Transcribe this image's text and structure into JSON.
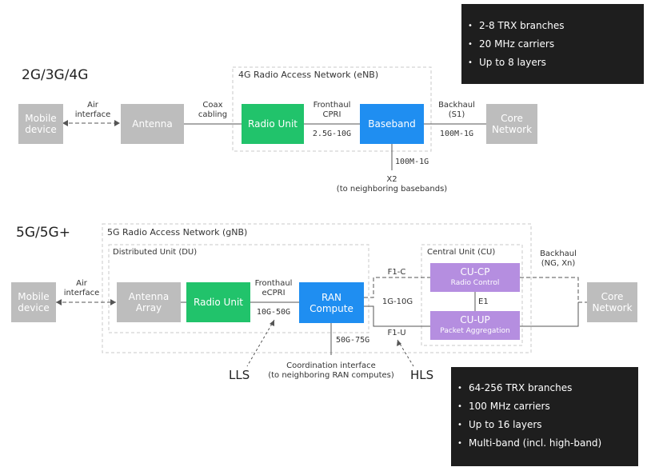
{
  "section_4g": {
    "heading": "2G/3G/4G",
    "ran_box_title": "4G Radio Access Network (eNB)",
    "nodes": {
      "mobile": "Mobile\ndevice",
      "antenna": "Antenna",
      "radio_unit": "Radio Unit",
      "baseband": "Baseband",
      "core": "Core\nNetwork"
    },
    "labels": {
      "air": "Air\ninterface",
      "coax": "Coax\ncabling",
      "fronthaul": "Fronthaul\nCPRI",
      "fronthaul_rate": "2.5G-10G",
      "backhaul": "Backhaul\n(S1)",
      "backhaul_rate": "100M-1G",
      "x2_rate": "100M-1G",
      "x2": "X2\n(to neighboring basebands)"
    },
    "info": [
      "2-8 TRX branches",
      "20 MHz carriers",
      "Up to 8 layers"
    ]
  },
  "section_5g": {
    "heading": "5G/5G+",
    "ran_box_title": "5G Radio Access Network (gNB)",
    "du_title": "Distributed Unit (DU)",
    "cu_title": "Central Unit (CU)",
    "nodes": {
      "mobile": "Mobile\ndevice",
      "antenna_array": "Antenna\nArray",
      "radio_unit": "Radio Unit",
      "ran_compute": "RAN\nCompute",
      "cu_cp": "CU-CP",
      "cu_cp_sub": "Radio Control",
      "cu_up": "CU-UP",
      "cu_up_sub": "Packet Aggregation",
      "core": "Core\nNetwork"
    },
    "labels": {
      "air": "Air\ninterface",
      "fronthaul": "Fronthaul\neCPRI",
      "fronthaul_rate": "10G-50G",
      "f1c": "F1-C",
      "f1_rate": "1G-10G",
      "f1u": "F1-U",
      "e1": "E1",
      "backhaul": "Backhaul\n(NG, Xn)",
      "coord_rate": "50G-75G",
      "coord": "Coordination interface\n(to neighboring RAN computes)",
      "lls": "LLS",
      "hls": "HLS"
    },
    "info": [
      "64-256 TRX branches",
      "100 MHz carriers",
      "Up to 16 layers",
      "Multi-band (incl. high-band)"
    ]
  },
  "colors": {
    "gray_node": "#bdbdbd",
    "green_node": "#21c36b",
    "blue_node": "#1f8ef1",
    "purple_node": "#b58ee0",
    "info_box": "#1e1e1e"
  }
}
